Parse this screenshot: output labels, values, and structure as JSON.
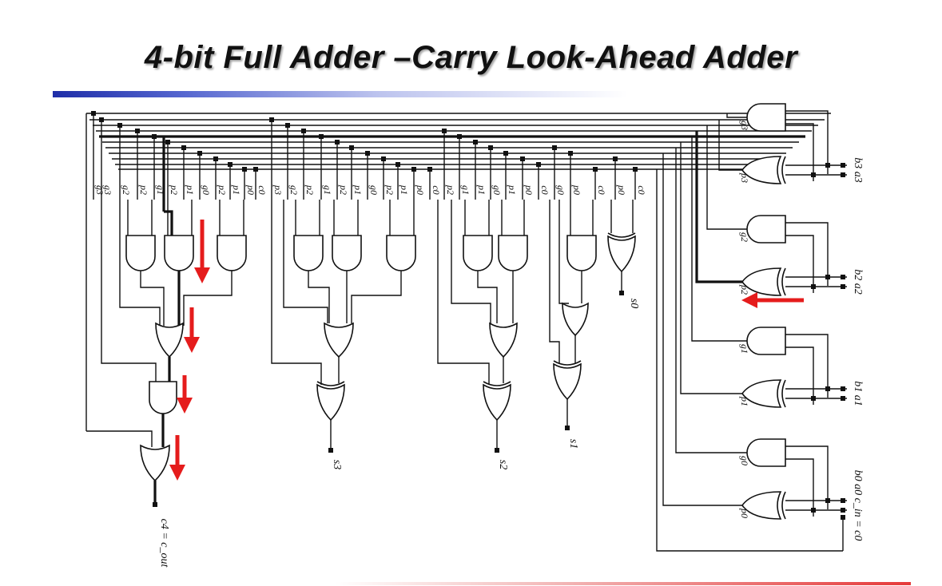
{
  "slide": {
    "title": "4-bit Full Adder –Carry Look-Ahead Adder",
    "accent_color": "#1f2ea8",
    "arrow_color": "#e51c1c"
  },
  "circuit": {
    "input_pairs": [
      "b3 a3",
      "b2 a2",
      "b1 a1",
      "b0 a0 c_in = c0"
    ],
    "stage_gate_labels": [
      "g3",
      "p3",
      "g2",
      "p2",
      "g1",
      "p1",
      "g0",
      "p0"
    ],
    "column_labels": [
      "g3",
      "g3",
      "g2",
      "p2",
      "g1",
      "p2",
      "p1",
      "g0",
      "p2",
      "p1",
      "p0",
      "c0",
      "p3",
      "g2",
      "p2",
      "g1",
      "p2",
      "p1",
      "g0",
      "p2",
      "p1",
      "p0",
      "c0",
      "p2",
      "g1",
      "p1",
      "g0",
      "p1",
      "p0",
      "c0",
      "g0",
      "p0",
      "c0",
      "p0",
      "c0"
    ],
    "outputs": [
      "c4 = c_out",
      "s3",
      "s2",
      "s1",
      "s0"
    ]
  }
}
